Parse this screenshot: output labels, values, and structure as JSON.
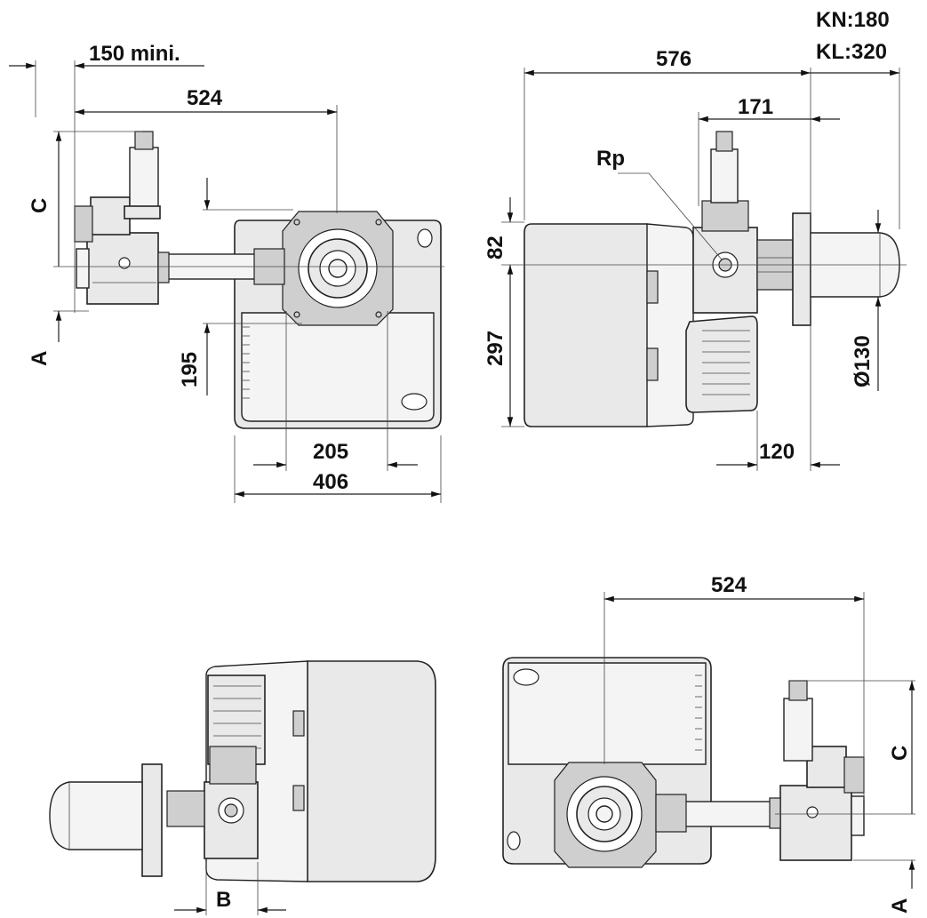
{
  "labels": {
    "dim_150_mini": "150 mini.",
    "dim_524_top": "524",
    "letter_C_top": "C",
    "letter_A_top": "A",
    "dim_195": "195",
    "dim_205": "205",
    "dim_406": "406",
    "dim_KN": "KN:180",
    "dim_KL": "KL:320",
    "dim_576": "576",
    "dim_171": "171",
    "label_Rp": "Rp",
    "dim_82": "82",
    "dim_297": "297",
    "dim_130": "Ø130",
    "dim_120": "120",
    "dim_524_bottom": "524",
    "letter_C_bottom": "C",
    "letter_A_bottom": "A",
    "letter_B": "B"
  },
  "colors": {
    "line": "#222222",
    "fill_body": "#e9e9e9",
    "fill_dark": "#cfcfcf"
  },
  "icons": [
    "burner-front-view",
    "burner-side-view",
    "burner-top-view",
    "burner-rear-view"
  ]
}
